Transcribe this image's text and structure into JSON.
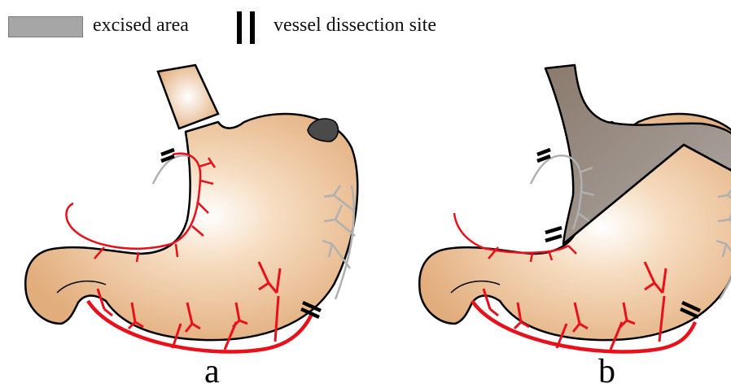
{
  "legend": {
    "excised_label": "excised area",
    "vessel_label": "vessel dissection site"
  },
  "panels": {
    "a_label": "a",
    "b_label": "b"
  },
  "colors": {
    "stomach_fill": "#e8b98a",
    "vessel_red": "#e8101a",
    "vessel_gray": "#b0b0b0",
    "excised_gray": "#9c8f86",
    "legend_gray": "#a6a6a6"
  }
}
